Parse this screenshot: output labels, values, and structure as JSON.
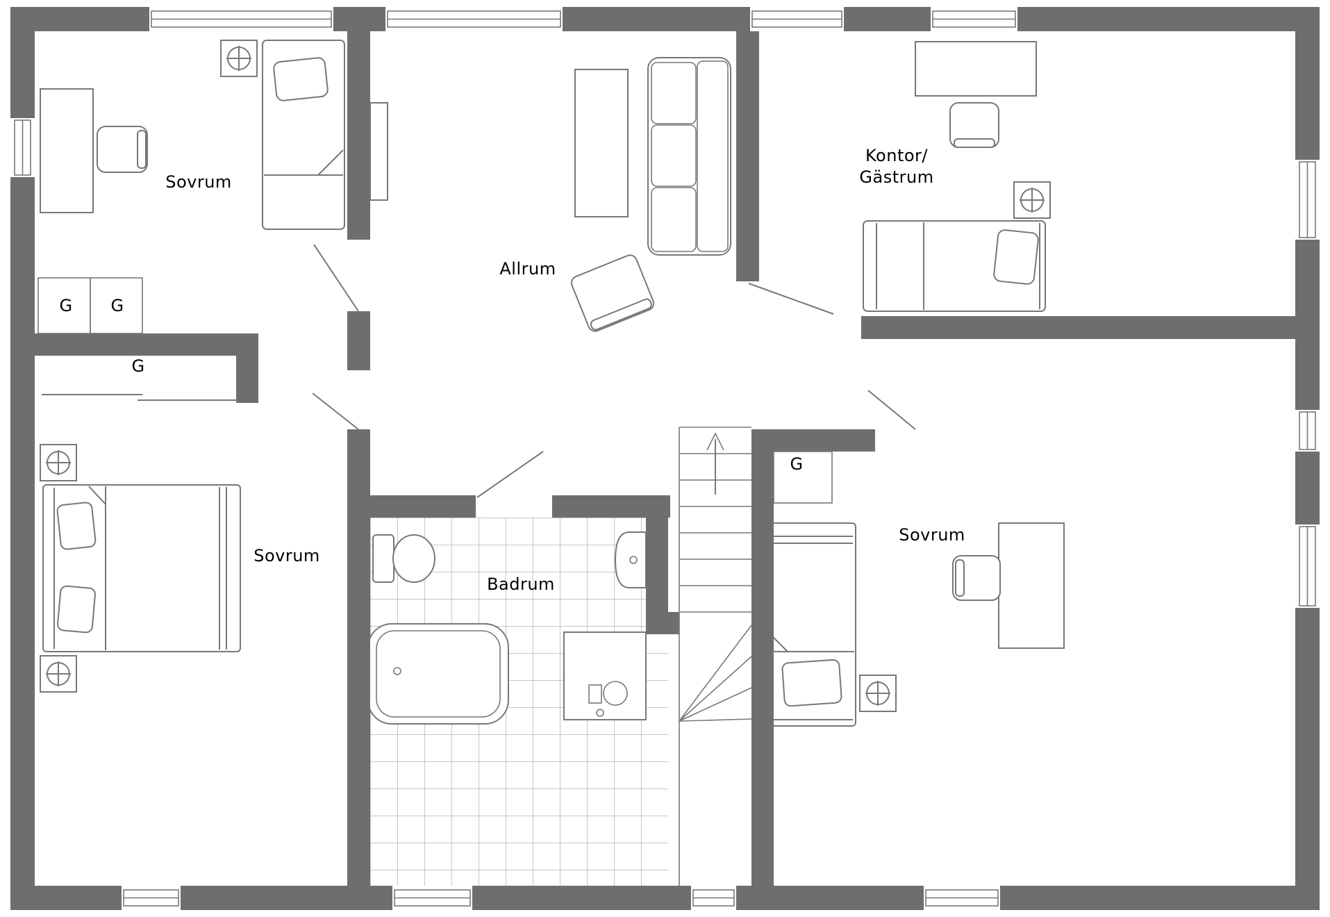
{
  "rooms": {
    "bedroom_top_left": "Sovrum",
    "living_room": "Allrum",
    "office_line1": "Kontor/",
    "office_line2": "Gästrum",
    "bedroom_bottom_left": "Sovrum",
    "bathroom": "Badrum",
    "bedroom_bottom_right": "Sovrum"
  },
  "closets": {
    "top_left_1": "G",
    "top_left_2": "G",
    "hallway": "G",
    "bottom_right": "G"
  },
  "colors": {
    "wall": "#6e6e6e",
    "line": "#777777",
    "tile": "#8f8f8f",
    "background": "#ffffff",
    "text": "#000000"
  }
}
